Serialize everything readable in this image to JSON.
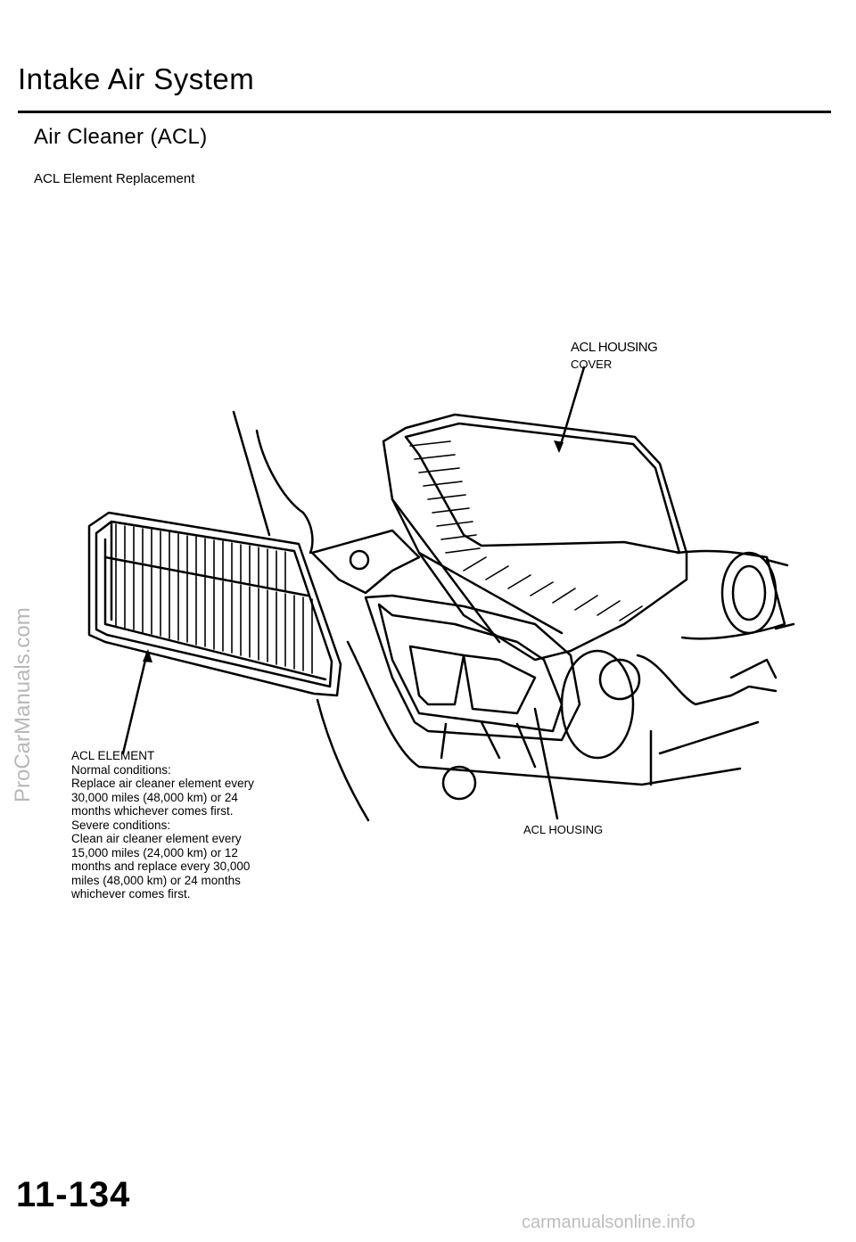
{
  "header": {
    "title": "Intake Air System",
    "section": "Air Cleaner (ACL)",
    "subsection": "ACL Element Replacement"
  },
  "figure": {
    "cover_label_line1": "ACL HOUSING",
    "cover_label_line2": "COVER",
    "housing_label": "ACL HOUSING",
    "element_label": {
      "title": "ACL ELEMENT",
      "lines": [
        "Normal conditions:",
        "Replace air cleaner element every",
        "30,000 miles (48,000 km) or 24",
        "months whichever comes first.",
        "Severe conditions:",
        "Clean air cleaner element every",
        "15,000 miles (24,000 km) or 12",
        "months and replace every 30,000",
        "miles (48,000 km) or 24 months",
        "whichever comes first."
      ]
    }
  },
  "footer": {
    "page_number": "11-134"
  },
  "watermarks": {
    "left": "ProCarManuals.com",
    "bottom": "carmanualsonline.info"
  }
}
